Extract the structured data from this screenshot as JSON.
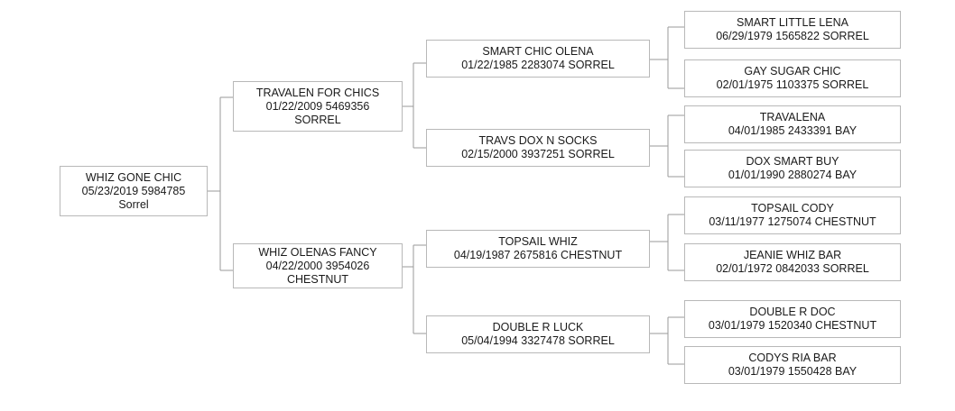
{
  "pedigree": {
    "subject": {
      "name": "WHIZ GONE CHIC",
      "details": "05/23/2019 5984785",
      "color": "Sorrel"
    },
    "sire": {
      "name": "TRAVALEN FOR CHICS",
      "details": "01/22/2009 5469356",
      "color": "SORREL"
    },
    "dam": {
      "name": "WHIZ OLENAS FANCY",
      "details": "04/22/2000 3954026",
      "color": "CHESTNUT"
    },
    "sire_sire": {
      "name": "SMART CHIC OLENA",
      "details": "01/22/1985 2283074 SORREL"
    },
    "sire_dam": {
      "name": "TRAVS DOX N SOCKS",
      "details": "02/15/2000 3937251 SORREL"
    },
    "dam_sire": {
      "name": "TOPSAIL WHIZ",
      "details": "04/19/1987 2675816 CHESTNUT"
    },
    "dam_dam": {
      "name": "DOUBLE R LUCK",
      "details": "05/04/1994 3327478 SORREL"
    },
    "gen4": [
      {
        "name": "SMART LITTLE LENA",
        "details": "06/29/1979 1565822 SORREL"
      },
      {
        "name": "GAY SUGAR CHIC",
        "details": "02/01/1975 1103375 SORREL"
      },
      {
        "name": "TRAVALENA",
        "details": "04/01/1985 2433391 BAY"
      },
      {
        "name": "DOX SMART BUY",
        "details": "01/01/1990 2880274 BAY"
      },
      {
        "name": "TOPSAIL CODY",
        "details": "03/11/1977 1275074 CHESTNUT"
      },
      {
        "name": "JEANIE WHIZ BAR",
        "details": "02/01/1972 0842033 SORREL"
      },
      {
        "name": "DOUBLE R DOC",
        "details": "03/01/1979 1520340 CHESTNUT"
      },
      {
        "name": "CODYS RIA BAR",
        "details": "03/01/1979 1550428 BAY"
      }
    ]
  }
}
